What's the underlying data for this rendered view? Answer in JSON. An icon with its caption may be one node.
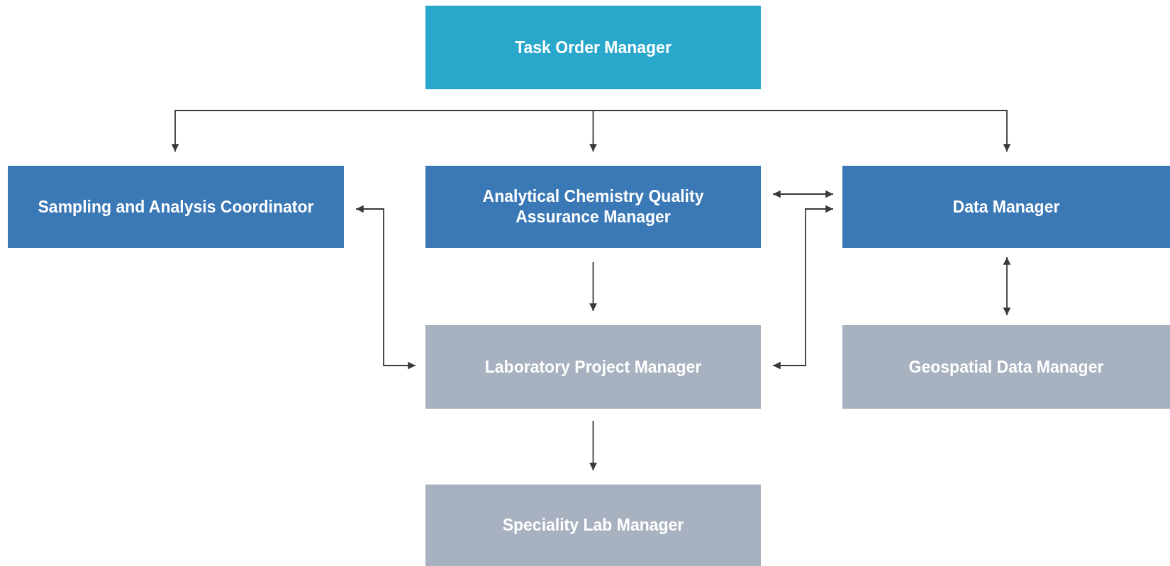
{
  "diagram": {
    "nodes": [
      {
        "text": [
          "Task Order Manager"
        ]
      },
      {
        "text": [
          "Sampling and Analysis Coordinator"
        ]
      },
      {
        "text": [
          "Analytical Chemistry Quality Assurance Manager"
        ]
      },
      {
        "text": [
          "Data Manager"
        ]
      },
      {
        "text": [
          "Laboratory Project Manager"
        ]
      },
      {
        "text": [
          "Geospatial Data Manager"
        ]
      },
      {
        "text": [
          "Speciality Lab Manager"
        ]
      }
    ],
    "edges": [
      {
        "from": 0,
        "to": 1,
        "arrow": "to"
      },
      {
        "from": 0,
        "to": 2,
        "arrow": "to"
      },
      {
        "from": 0,
        "to": 3,
        "arrow": "to"
      },
      {
        "from": 2,
        "to": 3,
        "arrow": "both"
      },
      {
        "from": 1,
        "to": 4,
        "arrow": "both"
      },
      {
        "from": 3,
        "to": 4,
        "arrow": "both"
      },
      {
        "from": 2,
        "to": 4,
        "arrow": "to"
      },
      {
        "from": 3,
        "to": 5,
        "arrow": "both"
      },
      {
        "from": 4,
        "to": 6,
        "arrow": "to"
      }
    ]
  }
}
